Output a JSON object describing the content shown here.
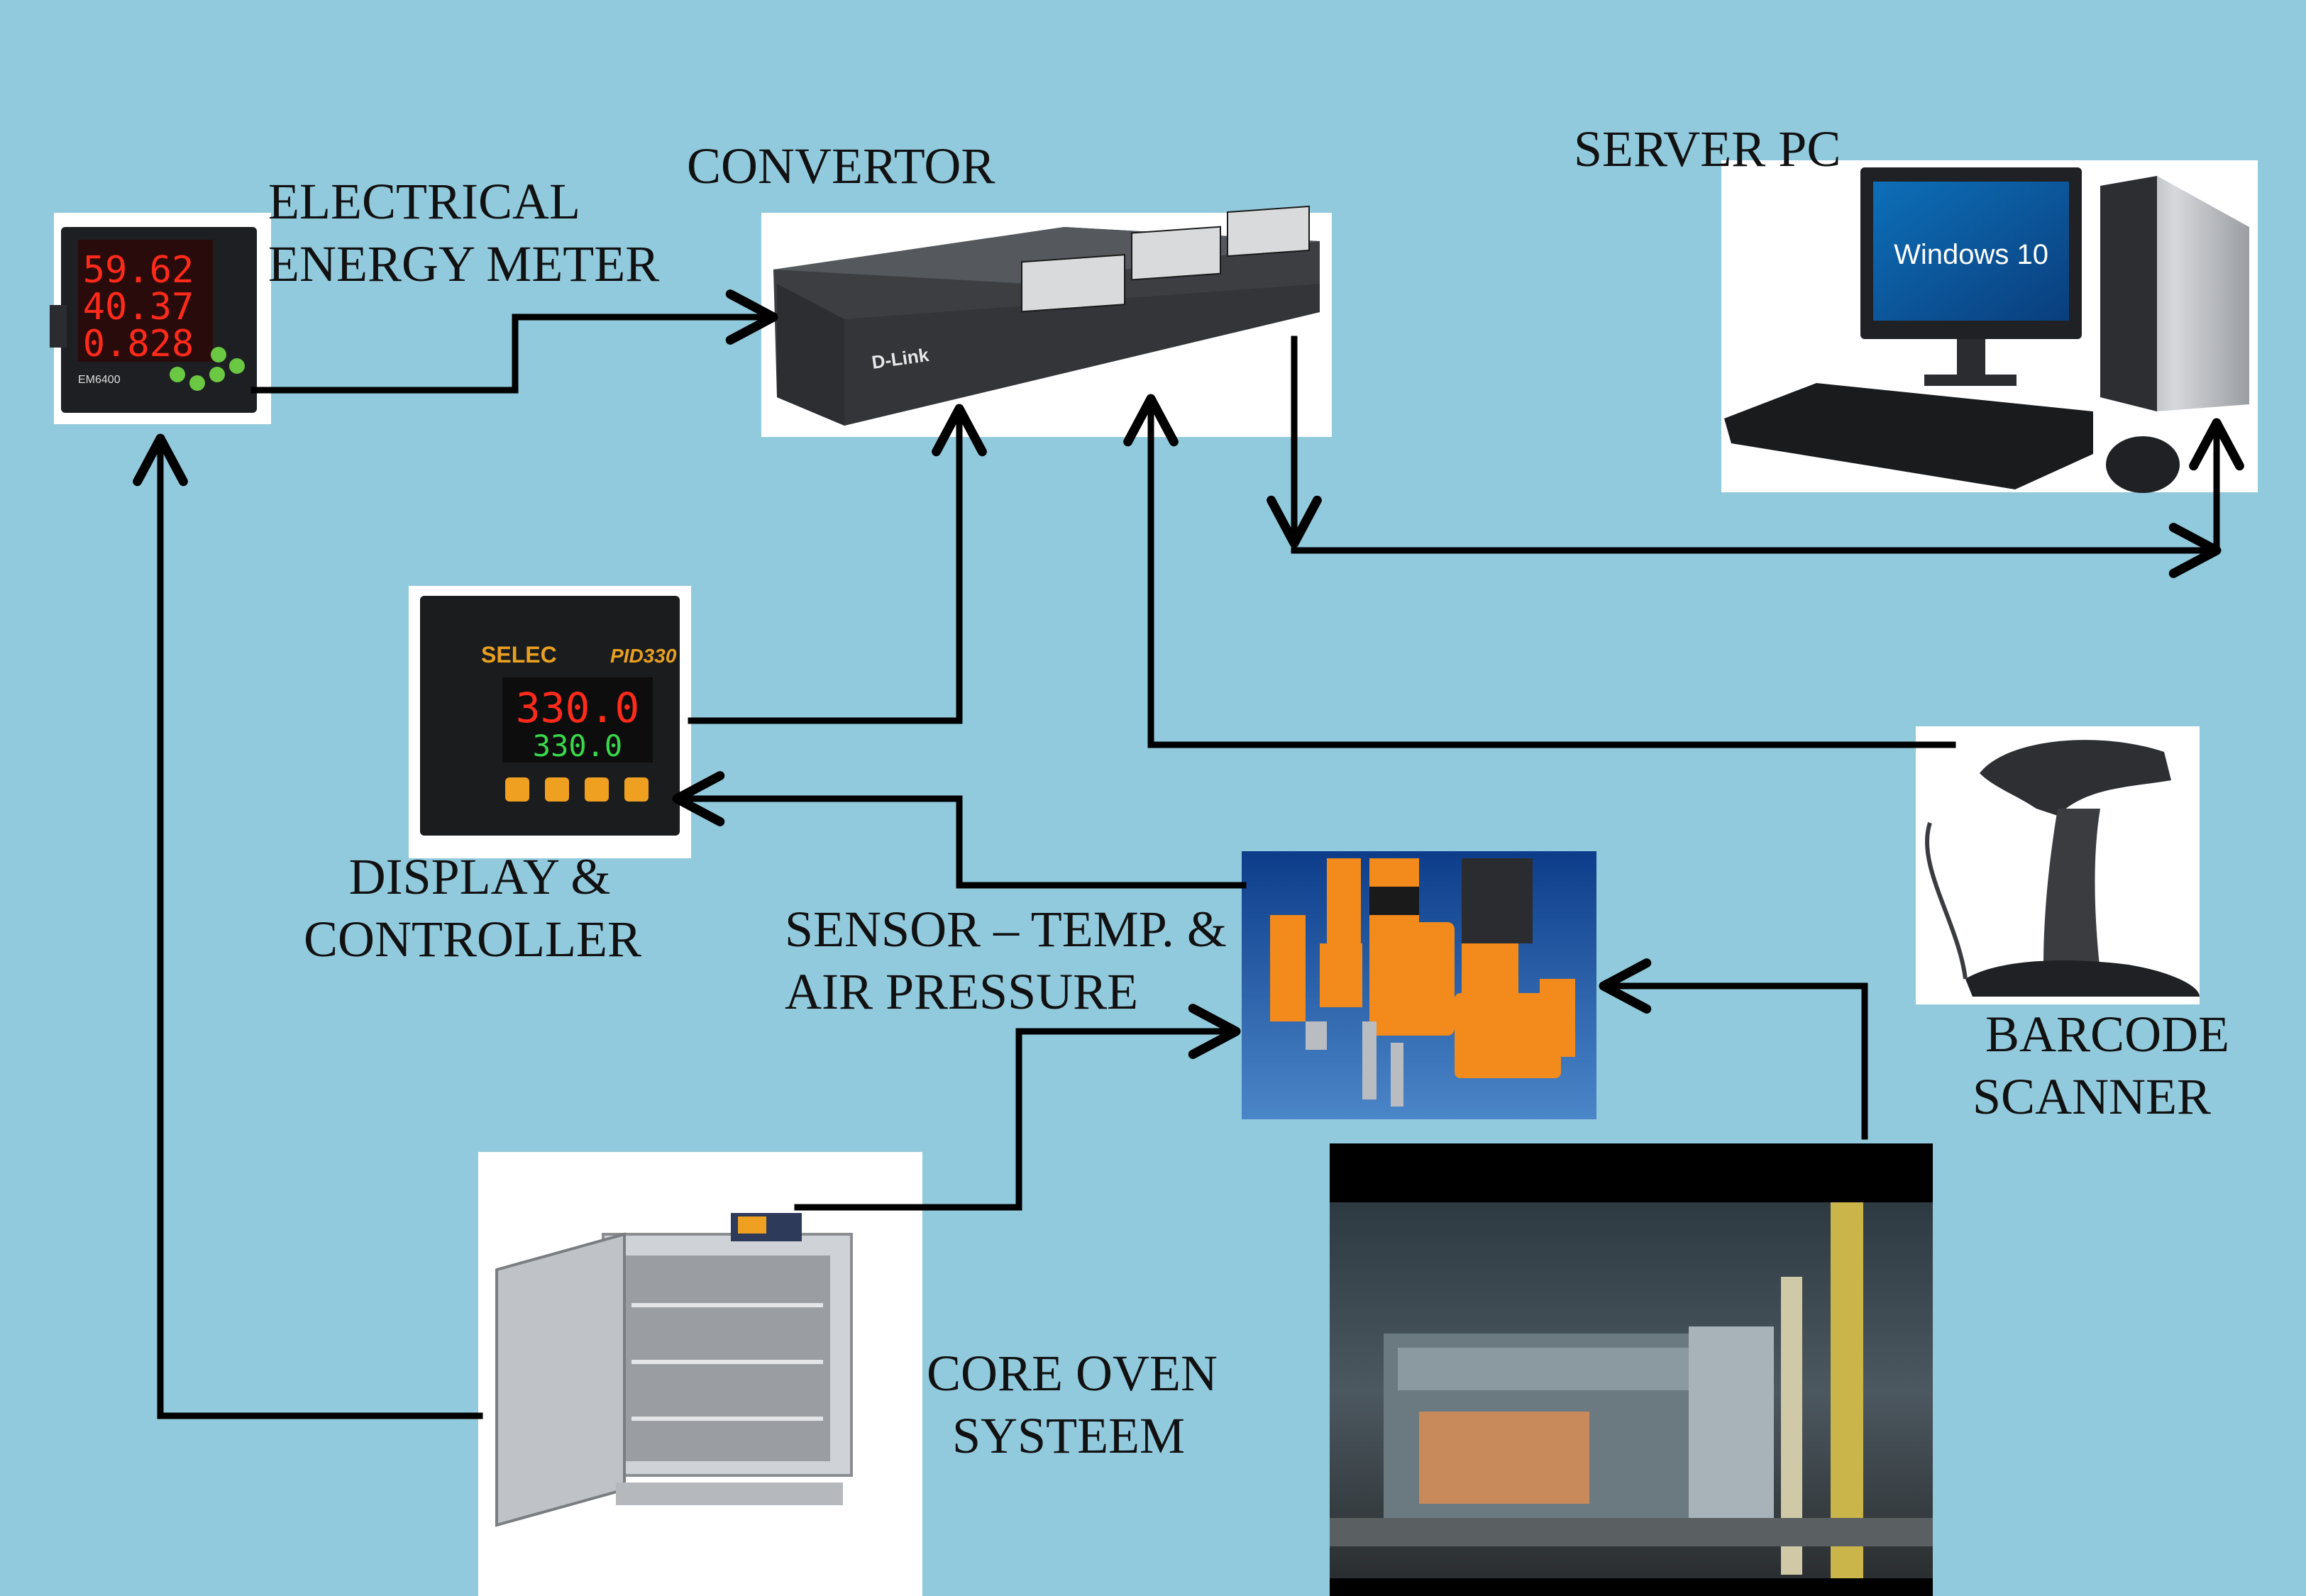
{
  "labels": {
    "energy_meter": [
      "ELECTRICAL",
      "ENERGY METER"
    ],
    "convertor": [
      "CONVERTOR"
    ],
    "server_pc": [
      "SERVER PC"
    ],
    "display_controller": [
      "DISPLAY &",
      "CONTROLLER"
    ],
    "sensor": [
      "SENSOR – TEMP. &",
      "AIR PRESSURE"
    ],
    "barcode_scanner": [
      "BARCODE",
      "SCANNER"
    ],
    "core_oven": [
      "CORE OVEN",
      "SYSTEEM"
    ]
  },
  "device_text": {
    "meter_rows": [
      "59.62",
      "40.37",
      "0.828"
    ],
    "meter_model": "EM6400",
    "switch_brand": "D-Link",
    "controller_brand": "SELEC",
    "controller_model": "PID330",
    "controller_pv": "330.0",
    "controller_sv": "330.0",
    "monitor_text": "Windows 10"
  },
  "colors": {
    "background": "#92cadd",
    "connector": "#000000",
    "meter_digits": "#ff2a1a",
    "controller_pv": "#ff2a1a",
    "controller_sv": "#38d84a",
    "device_accent": "#f28a1c"
  },
  "icons": [
    "energy-meter-icon",
    "network-switch-icon",
    "server-pc-icon",
    "pid-controller-icon",
    "barcode-scanner-icon",
    "sensors-icon",
    "core-oven-icon",
    "factory-oven-photo"
  ]
}
